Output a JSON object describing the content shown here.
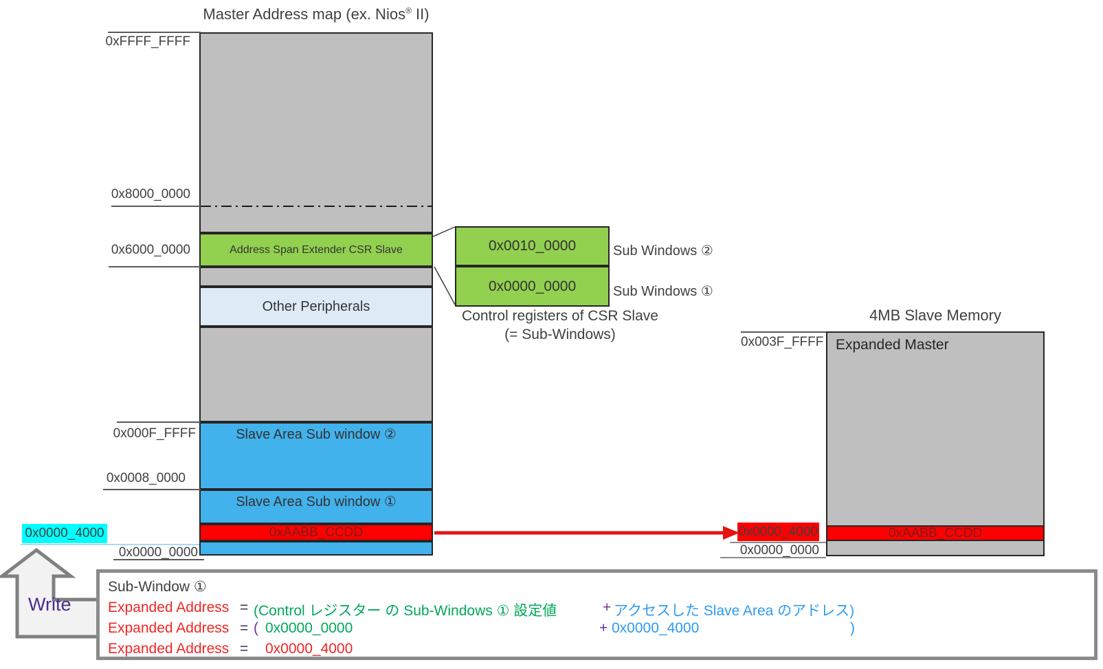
{
  "palette": {
    "region_gray": "#BFBFBF",
    "region_green": "#92D050",
    "region_pale_blue": "#DEEBF7",
    "region_blue": "#41B2EC",
    "region_red": "#FF0000",
    "highlight_cyan": "#00FFFF",
    "formula_red": "#f22525",
    "formula_green": "#00A859",
    "formula_blue": "#2E9BF0",
    "formula_purple": "#7030A0",
    "write_purple": "#4a2c8f"
  },
  "master_map": {
    "title_pre": "Master Address map (ex. Nios",
    "title_sup": "®",
    "title_post": " II)",
    "addr_top": "0xFFFF_FFFF",
    "addr_mid": "0x8000_0000",
    "addr_csr": "0x6000_0000",
    "addr_sub2_top": "0x000F_FFFF",
    "addr_sub2_base": "0x0008_0000",
    "addr_write": "0x0000_4000",
    "addr_base": "0x0000_0000",
    "region_csr": "Address Span Extender CSR Slave",
    "region_other": "Other Peripherals",
    "region_sub2": "Slave Area Sub window ②",
    "region_sub1": "Slave Area Sub window ①",
    "region_write_value": "0xAABB_CCDD"
  },
  "control_registers": {
    "win2_value": "0x0010_0000",
    "win1_value": "0x0000_0000",
    "win2_label": "Sub Windows ②",
    "win1_label": "Sub Windows ①",
    "caption1": "Control registers of CSR Slave",
    "caption2": "(= Sub-Windows)"
  },
  "slave_memory": {
    "title": "4MB Slave Memory",
    "region_label": "Expanded Master",
    "addr_top": "0x003F_FFFF",
    "addr_write": "0x0000_4000",
    "addr_base": "0x0000_0000",
    "write_value": "0xAABB_CCDD"
  },
  "write_arrow_label": "Write",
  "formula": {
    "heading": "Sub-Window ①",
    "lhs": "Expanded Address",
    "eq": "=",
    "l1_green": "(Control レジスター の Sub-Windows ① 設定値",
    "l1_plus": "+",
    "l1_blue": "アクセスした Slave Area のアドレス)",
    "l2_open": "(",
    "l2_green": "0x0000_0000",
    "l2_plus": "+",
    "l2_blue": "0x0000_4000",
    "l2_close": ")",
    "l3_value": "0x0000_4000"
  }
}
